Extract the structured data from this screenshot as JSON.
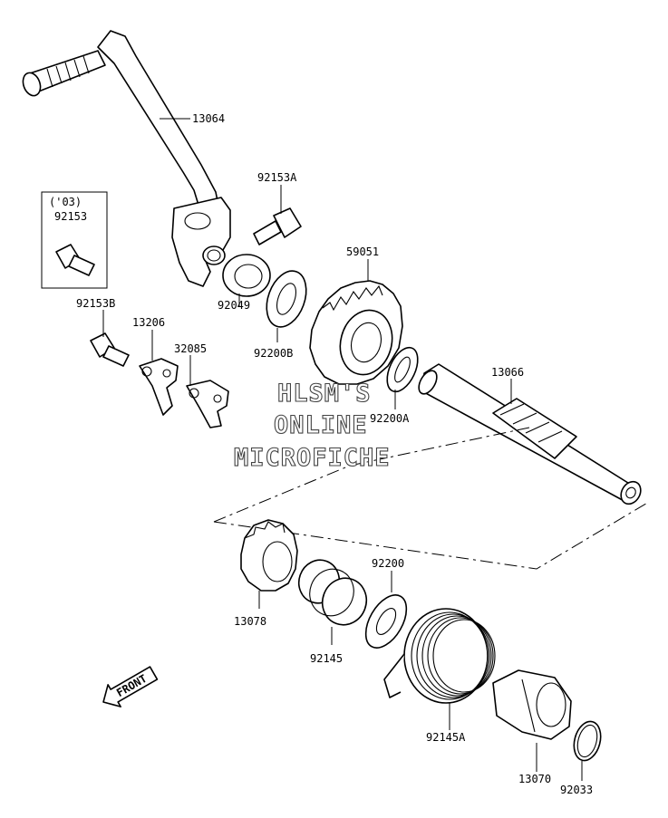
{
  "watermark": [
    "HLSM'S",
    "ONLINE",
    "MICROFICHE"
  ],
  "variant_box": {
    "year": "('03)",
    "part": "92153"
  },
  "front_label": "FRONT",
  "labels": {
    "p13064": "13064",
    "p92153A": "92153A",
    "p92153B": "92153B",
    "p13206": "13206",
    "p32085": "32085",
    "p92049": "92049",
    "p92200B": "92200B",
    "p59051": "59051",
    "p92200A": "92200A",
    "p13066": "13066",
    "p92200": "92200",
    "p13078": "13078",
    "p92145": "92145",
    "p92145A": "92145A",
    "p13070": "13070",
    "p92033": "92033"
  }
}
